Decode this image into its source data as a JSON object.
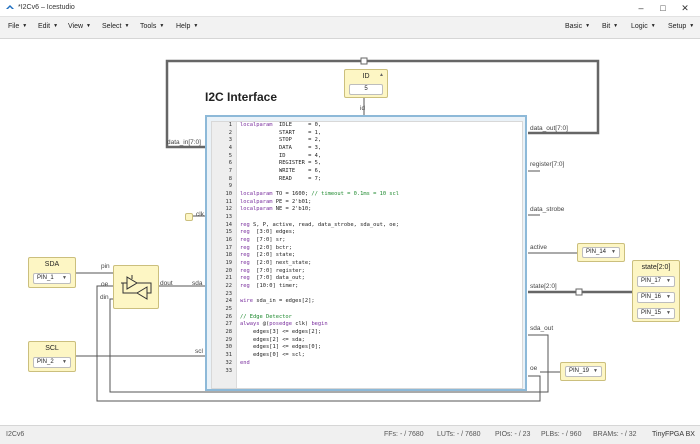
{
  "window": {
    "title": "*I2Cv6 – Icestudio"
  },
  "menu": {
    "file": "File",
    "edit": "Edit",
    "view": "View",
    "select": "Select",
    "tools": "Tools",
    "help": "Help",
    "basic": "Basic",
    "bit": "Bit",
    "logic": "Logic",
    "setup": "Setup"
  },
  "design": {
    "title": "I2C Interface",
    "id_block": {
      "label": "ID",
      "value": "5",
      "port": "id"
    },
    "ports_left": {
      "data_in": "data_in[7:0]",
      "clk": "clk",
      "sda": "sda",
      "scl": "scl"
    },
    "ports_right": {
      "data_out": "data_out[7:0]",
      "register": "register[7:0]",
      "data_strobe": "data_strobe",
      "active": "active",
      "state": "state[2:0]",
      "sda_out": "sda_out",
      "oe": "oe"
    },
    "tristate": {
      "pin": "pin",
      "oe": "oe",
      "din": "din",
      "dout": "dout"
    },
    "inputs": [
      {
        "label": "SDA",
        "pin": "PIN_1"
      },
      {
        "label": "SCL",
        "pin": "PIN_2"
      }
    ],
    "outputs": {
      "active_pin": "PIN_14",
      "oe_pin": "PIN_19",
      "state": {
        "label": "state[2:0]",
        "pins": [
          "PIN_17",
          "PIN_16",
          "PIN_15"
        ]
      }
    },
    "code_lines": [
      "localparam  IDLE     = 0,",
      "            START    = 1,",
      "            STOP     = 2,",
      "            DATA     = 3,",
      "            ID       = 4,",
      "            REGISTER = 5,",
      "            WRITE    = 6,",
      "            READ     = 7;",
      "",
      "localparam TO = 1600; // timeout = 0.1ms = 10 scl",
      "localparam PE = 2'b01;",
      "localparam NE = 2'b10;",
      "",
      "reg S, P, active, read, data_strobe, sda_out, oe;",
      "reg  [3:0] edges;",
      "reg  [7:0] sr;",
      "reg  [2:0] bctr;",
      "reg  [2:0] state;",
      "reg  [2:0] next_state;",
      "reg  [7:0] register;",
      "reg  [7:0] data_out;",
      "reg  [10:0] timer;",
      "",
      "wire sda_in = edges[2];",
      "",
      "// Edge Detector",
      "always @(posedge clk) begin",
      "    edges[3] <= edges[2];",
      "    edges[2] <= sda;",
      "    edges[1] <= edges[0];",
      "    edges[0] <= scl;",
      "end",
      ""
    ]
  },
  "status": {
    "name": "I2Cv6",
    "ffs": "FFs: - / 7680",
    "luts": "LUTs: - / 7680",
    "pios": "PIOs: - / 23",
    "plbs": "PLBs: - / 960",
    "brams": "BRAMs: - / 32",
    "board": "TinyFPGA BX"
  }
}
